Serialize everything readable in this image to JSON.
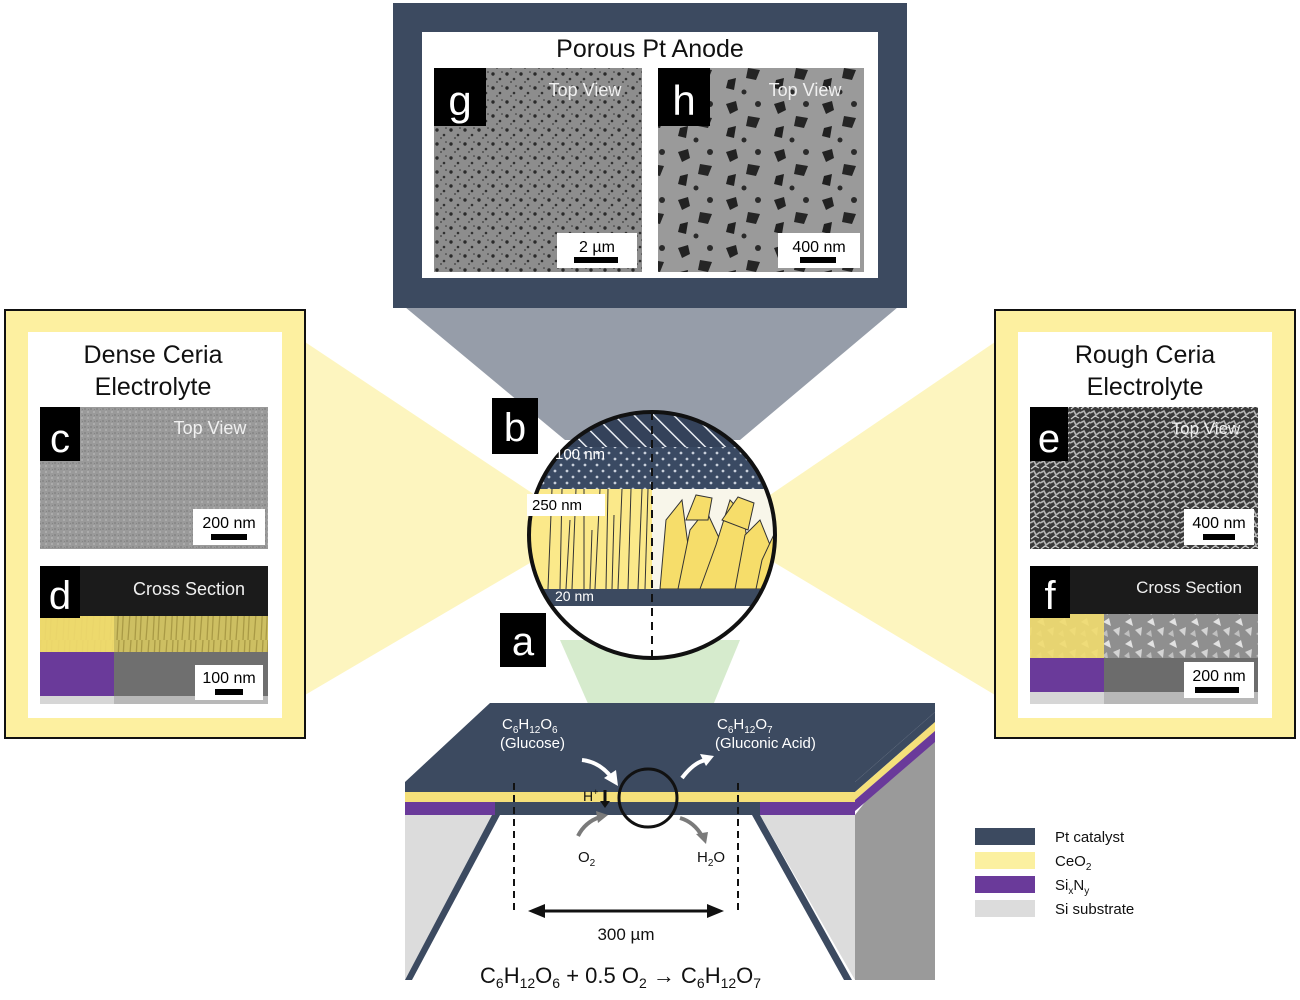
{
  "panels": {
    "top": {
      "title": "Porous Pt Anode",
      "g": {
        "letter": "g",
        "view": "Top View",
        "scale": "2 µm"
      },
      "h": {
        "letter": "h",
        "view": "Top View",
        "scale": "400 nm"
      }
    },
    "left": {
      "title_line1": "Dense Ceria",
      "title_line2": "Electrolyte",
      "c": {
        "letter": "c",
        "view": "Top View",
        "scale": "200 nm"
      },
      "d": {
        "letter": "d",
        "view": "Cross Section",
        "scale": "100 nm"
      }
    },
    "right": {
      "title_line1": "Rough Ceria",
      "title_line2": "Electrolyte",
      "e": {
        "letter": "e",
        "view": "Top View",
        "scale": "400 nm"
      },
      "f": {
        "letter": "f",
        "view": "Cross Section",
        "scale": "200 nm"
      }
    }
  },
  "circle": {
    "letter_b": "b",
    "letter_a": "a",
    "label_100": "100 nm",
    "label_250": "250 nm",
    "label_20": "20 nm"
  },
  "device": {
    "glucose_formula": {
      "base": "C",
      "s1": "6",
      "m1": "H",
      "s2": "12",
      "m2": "O",
      "s3": "6"
    },
    "glucose_name": "(Glucose)",
    "gluconic_formula": {
      "base": "C",
      "s1": "6",
      "m1": "H",
      "s2": "12",
      "m2": "O",
      "s3": "7"
    },
    "gluconic_name": "(Gluconic Acid)",
    "proton": {
      "base": "H",
      "sup": "+"
    },
    "oxygen": {
      "base": "O",
      "sub": "2"
    },
    "water": {
      "base": "H",
      "sub": "2",
      "tail": "O"
    },
    "width_label": "300 µm"
  },
  "equation": {
    "c1": "C",
    "s1": "6",
    "h1": "H",
    "s2": "12",
    "o1": "O",
    "s3": "6",
    "plus": " + 0.5 O",
    "s4": "2",
    "arrow": " → C",
    "s5": "6",
    "h2": "H",
    "s6": "12",
    "o2": "O",
    "s7": "7"
  },
  "legend": {
    "items": [
      {
        "label": "Pt catalyst",
        "color": "#2f3d52"
      },
      {
        "label": "CeO",
        "sub": "2",
        "color": "#fbf0a0"
      },
      {
        "label": "Si",
        "sub": "x",
        "mid": "N",
        "sub2": "y",
        "color": "#6a3a9a"
      },
      {
        "label": "Si substrate",
        "color": "#dcdcdc"
      }
    ]
  },
  "colors": {
    "navy": "#3c4a60",
    "pale_yellow": "#fdf3b4",
    "frame_yellow": "#fdf0a0",
    "ceria": "#f5e07a",
    "purple": "#6a3a9a",
    "light_gray": "#dcdcdc",
    "green_cone": "#cfe8c4"
  }
}
